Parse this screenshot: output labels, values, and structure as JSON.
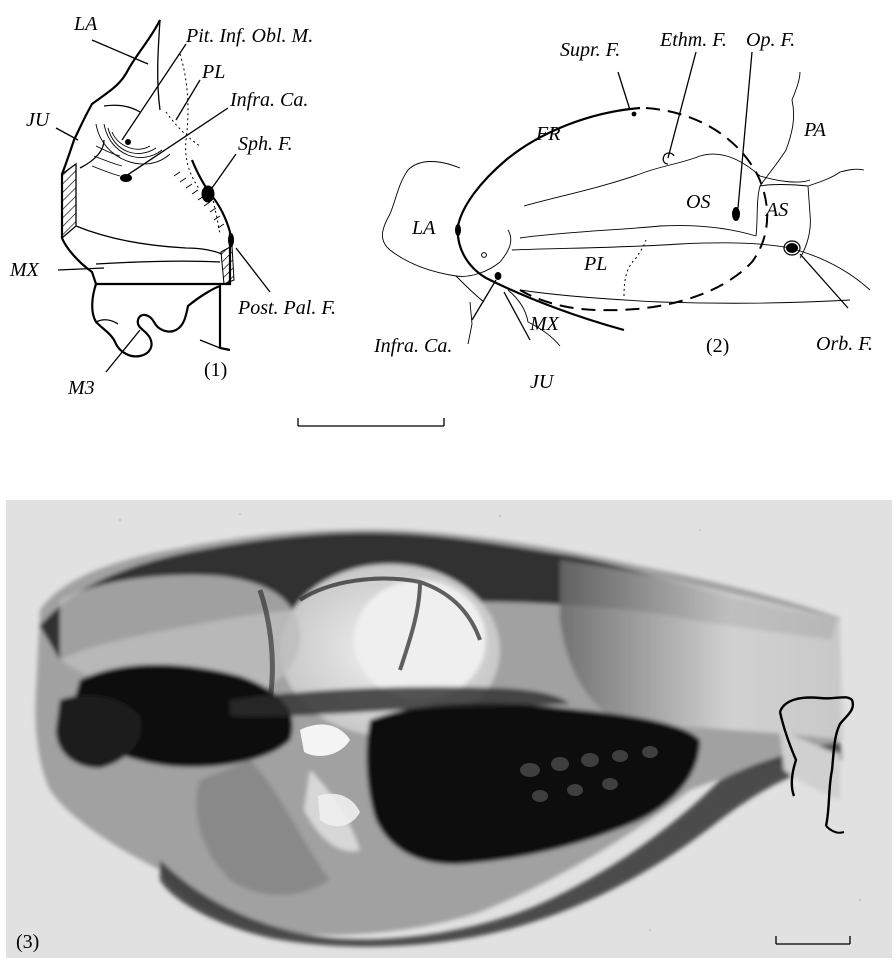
{
  "panel1": {
    "number": "(1)",
    "labels": {
      "la": "LA",
      "ju": "JU",
      "pit": "Pit. Inf. Obl. M.",
      "pl": "PL",
      "infra_ca": "Infra. Ca.",
      "sph_f": "Sph. F.",
      "mx": "MX",
      "post_pal_f": "Post. Pal. F.",
      "m3": "M3"
    }
  },
  "panel2": {
    "number": "(2)",
    "labels": {
      "supr_f": "Supr. F.",
      "ethm_f": "Ethm. F.",
      "op_f": "Op. F.",
      "pa": "PA",
      "fr": "FR",
      "os": "OS",
      "as": "AS",
      "la": "LA",
      "pl": "PL",
      "mx": "MX",
      "orb_f": "Orb. F.",
      "infra_ca": "Infra. Ca.",
      "ju": "JU"
    }
  },
  "panel3": {
    "number": "(3)",
    "image": "x-ray-skull-photograph"
  }
}
